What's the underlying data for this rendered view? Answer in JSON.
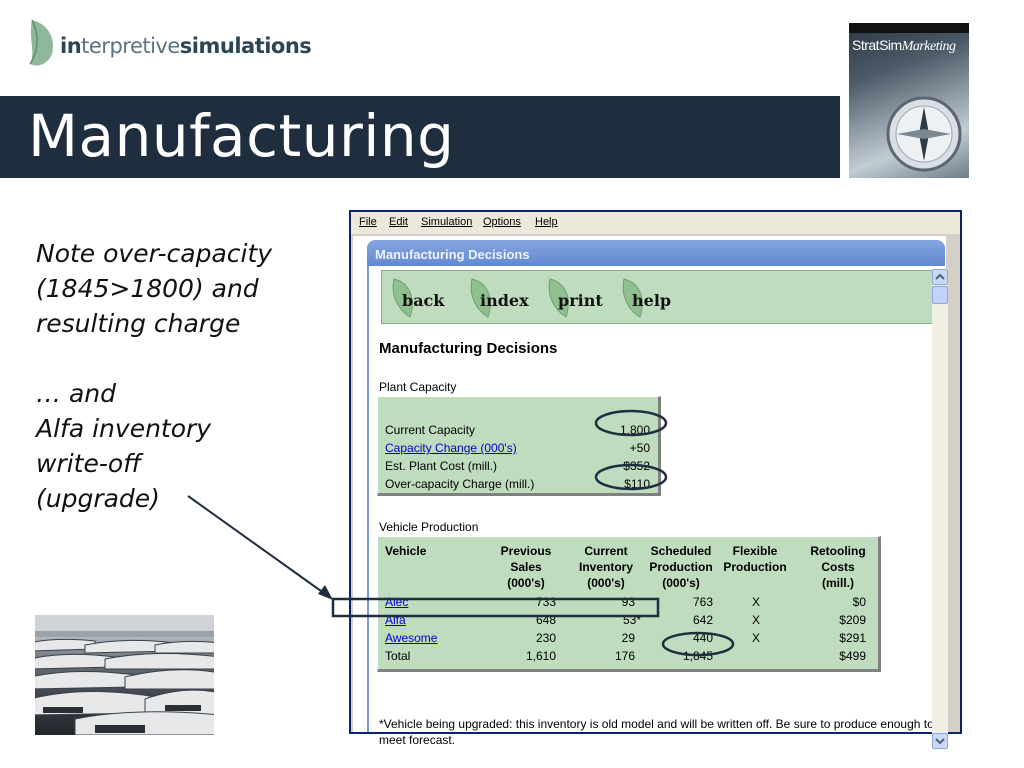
{
  "logo": {
    "prefix": "in",
    "light": "terpretive",
    "bold": "simulations"
  },
  "title": "Manufacturing",
  "book": {
    "title_a": "StratSim",
    "title_b": "Marketing"
  },
  "note": {
    "line1": "Note over-capacity",
    "line2": "(1845>1800) and",
    "line3": "resulting charge",
    "line4": "… and",
    "line5": "Alfa inventory",
    "line6": "write-off",
    "line7": "(upgrade)"
  },
  "menu": [
    "File",
    "Edit",
    "Simulation",
    "Options",
    "Help"
  ],
  "panel_title": "Manufacturing Decisions",
  "nav": {
    "back": "back",
    "index": "index",
    "print": "print",
    "help": "help"
  },
  "heading": "Manufacturing Decisions",
  "plant": {
    "label": "Plant Capacity",
    "rows": [
      {
        "key": "Current Capacity",
        "value": "1,800",
        "link": false
      },
      {
        "key": "Capacity Change (000's)",
        "value": "+50",
        "link": true
      },
      {
        "key": "Est. Plant Cost (mill.)",
        "value": "$352",
        "link": false
      },
      {
        "key": "Over-capacity Charge (mill.)",
        "value": "$110",
        "link": false
      }
    ]
  },
  "production": {
    "label": "Vehicle Production",
    "headers": {
      "vehicle": "Vehicle",
      "prev": [
        "Previous",
        "Sales",
        "(000's)"
      ],
      "inv": [
        "Current",
        "Inventory",
        "(000's)"
      ],
      "sched": [
        "Scheduled",
        "Production",
        "(000's)"
      ],
      "flex": [
        "Flexible",
        "Production"
      ],
      "retool": [
        "Retooling",
        "Costs",
        "(mill.)"
      ]
    },
    "rows": [
      {
        "vehicle": "Alec",
        "prev": "733",
        "inv": "93",
        "sched": "763",
        "flex": "X",
        "retool": "$0",
        "link": true
      },
      {
        "vehicle": "Alfa",
        "prev": "648",
        "inv": "53*",
        "sched": "642",
        "flex": "X",
        "retool": "$209",
        "link": true
      },
      {
        "vehicle": "Awesome",
        "prev": "230",
        "inv": "29",
        "sched": "440",
        "flex": "X",
        "retool": "$291",
        "link": true
      },
      {
        "vehicle": "Total",
        "prev": "1,610",
        "inv": "176",
        "sched": "1,845",
        "flex": "",
        "retool": "$499",
        "link": false
      }
    ]
  },
  "footnote": "*Vehicle being upgraded: this inventory is old model and will be written off. Be sure to produce enough to meet forecast."
}
